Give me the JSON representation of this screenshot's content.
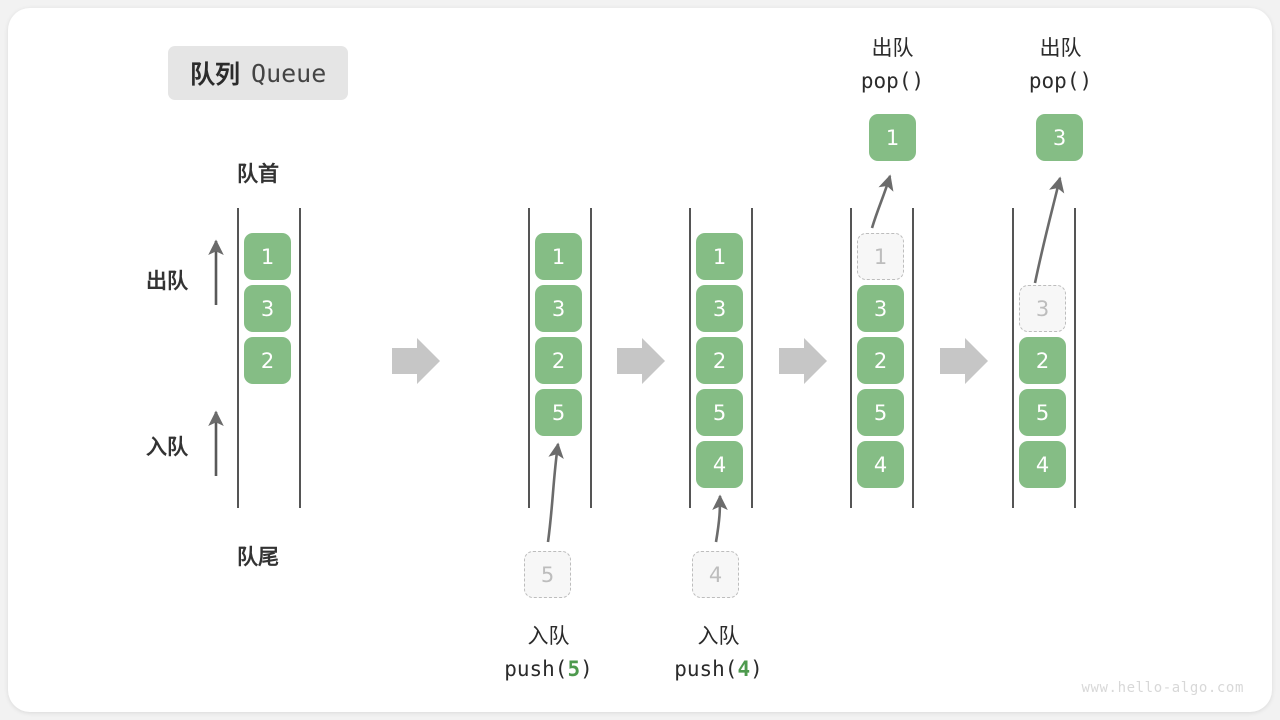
{
  "title": {
    "cn": "队列",
    "en": "Queue"
  },
  "labels": {
    "front": "队首",
    "rear": "队尾",
    "dequeue": "出队",
    "enqueue": "入队"
  },
  "operations": {
    "push5": {
      "cn": "入队",
      "code_prefix": "push(",
      "code_num": "5",
      "code_suffix": ")"
    },
    "push4": {
      "cn": "入队",
      "code_prefix": "push(",
      "code_num": "4",
      "code_suffix": ")"
    },
    "pop1": {
      "cn": "出队",
      "code": "pop()"
    },
    "pop2": {
      "cn": "出队",
      "code": "pop()"
    }
  },
  "stages": [
    {
      "name": "initial",
      "cells": [
        "1",
        "3",
        "2"
      ]
    },
    {
      "name": "after-push-5",
      "cells": [
        "1",
        "3",
        "2",
        "5"
      ]
    },
    {
      "name": "after-push-4",
      "cells": [
        "1",
        "3",
        "2",
        "5",
        "4"
      ]
    },
    {
      "name": "pop-1",
      "cells": [
        "1",
        "3",
        "2",
        "5",
        "4"
      ],
      "ghost_index": 0
    },
    {
      "name": "pop-3",
      "cells": [
        "",
        "3",
        "2",
        "5",
        "4"
      ],
      "ghost_index": 1
    }
  ],
  "popped": {
    "first": "1",
    "second": "3"
  },
  "floating_ghosts": {
    "push5": "5",
    "push4": "4"
  },
  "colors": {
    "cell_green": "#85bd85",
    "ghost_border": "#bdbdbd",
    "rail": "#555555",
    "flow_arrow": "#c6c6c6",
    "badge_bg": "#e5e5e5"
  },
  "watermark": "www.hello-algo.com"
}
